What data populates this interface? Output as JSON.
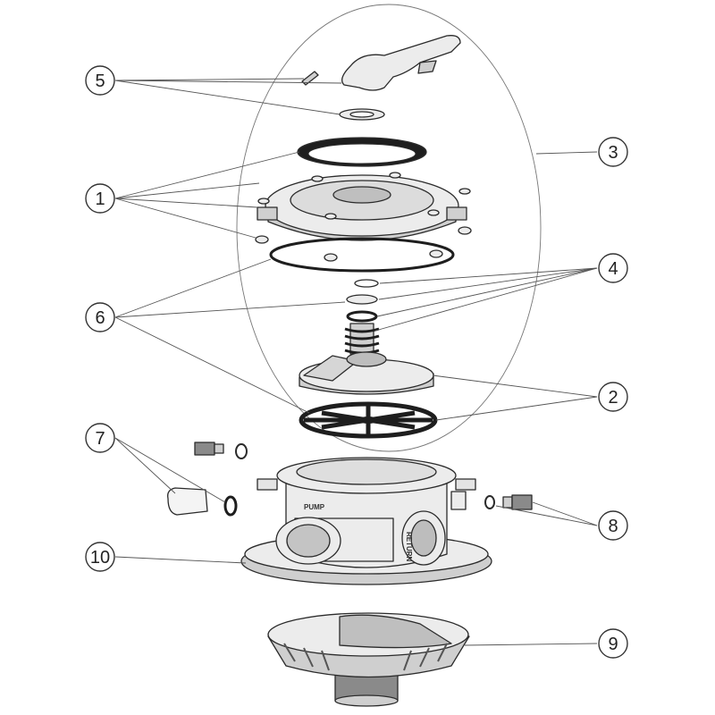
{
  "diagram": {
    "callouts": [
      {
        "id": "1",
        "label": "1"
      },
      {
        "id": "2",
        "label": "2"
      },
      {
        "id": "3",
        "label": "3"
      },
      {
        "id": "4",
        "label": "4"
      },
      {
        "id": "5",
        "label": "5"
      },
      {
        "id": "6",
        "label": "6"
      },
      {
        "id": "7",
        "label": "7"
      },
      {
        "id": "8",
        "label": "8"
      },
      {
        "id": "9",
        "label": "9"
      },
      {
        "id": "10",
        "label": "10"
      }
    ],
    "body_markings": {
      "pump": "PUMP",
      "return": "RETURN"
    }
  }
}
